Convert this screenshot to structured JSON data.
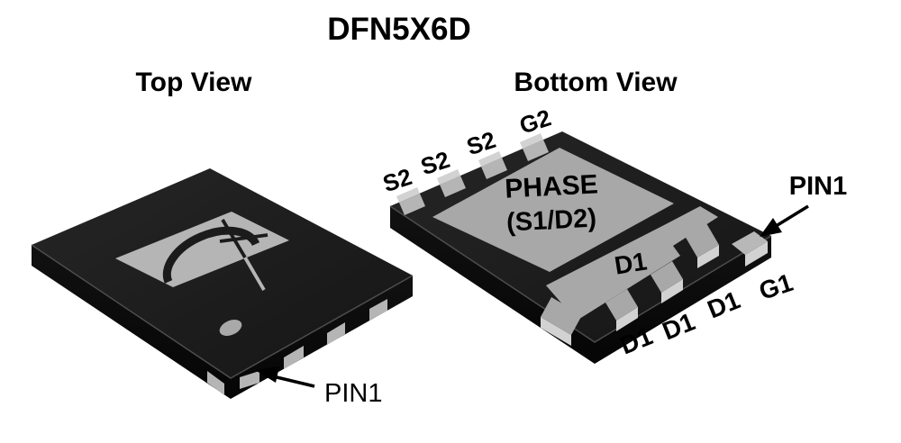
{
  "title": "DFN5X6D",
  "top_view": {
    "heading": "Top View",
    "pin1_label": "PIN1"
  },
  "bottom_view": {
    "heading": "Bottom View",
    "pin1_label": "PIN1",
    "top_edge_pins": [
      "S2",
      "S2",
      "S2",
      "G2"
    ],
    "phase_pad_line1": "PHASE",
    "phase_pad_line2": "(S1/D2)",
    "drain_pad_label": "D1",
    "bottom_edge_pins": [
      "D1",
      "D1",
      "D1",
      "G1"
    ]
  },
  "colors": {
    "background": "#ffffff",
    "package_body": "#1c1c1c",
    "package_side": "#0c0c0c",
    "pad_gray": "#a8a8a8",
    "plate_gray": "#b5b5b5",
    "pad_bevel": "#d2d2d2",
    "text": "#000000"
  }
}
